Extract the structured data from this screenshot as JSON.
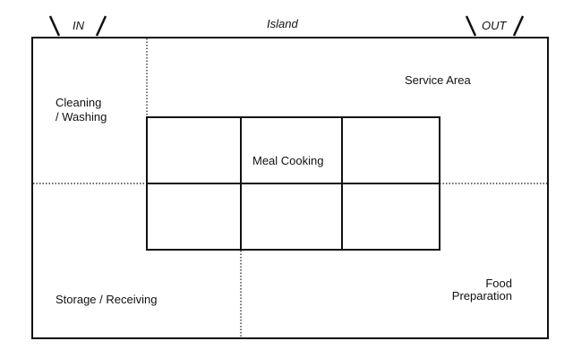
{
  "labels": {
    "in": "IN",
    "out": "OUT",
    "island": "Island",
    "service_area": "Service Area",
    "cleaning_line1": "Cleaning",
    "cleaning_line2": "/ Washing",
    "meal_cooking": "Meal Cooking",
    "storage_receiving": "Storage / Receiving",
    "food_line1": "Food",
    "food_line2": "Preparation"
  },
  "colors": {
    "ink": "#111111",
    "background": "#ffffff"
  }
}
